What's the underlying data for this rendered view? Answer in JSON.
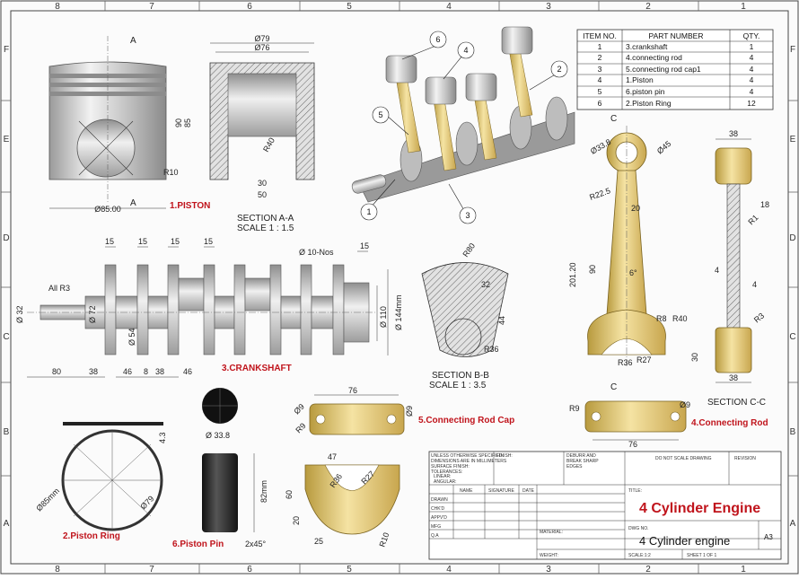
{
  "border": {
    "cols_top": [
      "8",
      "7",
      "6",
      "5",
      "4",
      "3",
      "2",
      "1"
    ],
    "cols_bottom": [
      "8",
      "7",
      "6",
      "5",
      "4",
      "3",
      "2",
      "1"
    ],
    "rows_left": [
      "F",
      "E",
      "D",
      "C",
      "B",
      "A"
    ],
    "rows_right": [
      "F",
      "E",
      "D",
      "C",
      "B",
      "A"
    ]
  },
  "bom": {
    "headers": [
      "ITEM NO.",
      "PART NUMBER",
      "QTY."
    ],
    "rows": [
      [
        "1",
        "3.crankshaft",
        "1"
      ],
      [
        "2",
        "4.connecting rod",
        "4"
      ],
      [
        "3",
        "5.connecting rod cap1",
        "4"
      ],
      [
        "4",
        "1.Piston",
        "4"
      ],
      [
        "5",
        "6.piston pin",
        "4"
      ],
      [
        "6",
        "2.Piston Ring",
        "12"
      ]
    ]
  },
  "labels": {
    "piston": "1.PISTON",
    "ring": "2.Piston Ring",
    "crank": "3.CRANKSHAFT",
    "rod": "4.Connecting Rod",
    "cap": "5.Connecting Rod Cap",
    "pin": "6.Piston Pin"
  },
  "sections": {
    "aa_title": "SECTION A-A",
    "aa_scale": "SCALE 1 : 1.5",
    "bb_title": "SECTION B-B",
    "bb_scale": "SCALE 1 : 3.5",
    "cc_title": "SECTION C-C",
    "letter_a": "A",
    "letter_c": "C"
  },
  "balloons": [
    "1",
    "2",
    "3",
    "4",
    "5",
    "6"
  ],
  "dims": {
    "piston_top": "Ø79",
    "piston_inner": "Ø76",
    "piston_dia": "Ø85.00",
    "piston_r10": "R10",
    "piston_h90": "90",
    "piston_h85": "85",
    "piston_30": "30",
    "piston_50": "50",
    "piston_r40": "R40",
    "crank_15a": "15",
    "crank_15b": "15",
    "crank_15c": "15",
    "crank_15d": "15",
    "crank_15e": "15",
    "crank_r3": "All R3",
    "crank_d32": "Ø 32",
    "crank_d72": "Ø 72",
    "crank_d54": "Ø 54",
    "crank_nos": "Ø 10-Nos",
    "crank_d110": "Ø 110",
    "crank_d144": "Ø 144mm",
    "crank_80": "80",
    "crank_38a": "38",
    "crank_46a": "46",
    "crank_8": "8",
    "crank_38b": "38",
    "crank_46b": "46",
    "bb_r80": "R80",
    "bb_32": "32",
    "bb_44": "44",
    "bb_r36": "R36",
    "rod_d338": "Ø33.8",
    "rod_d45": "Ø45",
    "rod_r225": "R22.5",
    "rod_20": "20",
    "rod_20120": "201.20",
    "rod_90": "90",
    "rod_6": "6°",
    "rod_r8": "R8",
    "rod_r40": "R40",
    "rod_r36": "R36",
    "rod_r27": "R27",
    "cc_38t": "38",
    "cc_18": "18",
    "cc_r1": "R1",
    "cc_4a": "4",
    "cc_4b": "4",
    "cc_r3": "R3",
    "cc_30": "30",
    "cc_38b": "38",
    "cap_76": "76",
    "cap_d9a": "Ø9",
    "cap_r9": "R9",
    "cap_d9b": "Ø9",
    "cap_47": "47",
    "cap_r36": "R36",
    "cap_r27": "R27",
    "cap_60": "60",
    "cap_20": "20",
    "cap_25": "25",
    "cap_r10": "R10",
    "rod2_r9": "R9",
    "rod2_d9": "Ø9",
    "rod2_76": "76",
    "ring_43": "4.3",
    "ring_d85": "Ø85mm",
    "ring_d79": "Ø79",
    "pin_d338": "Ø 33.8",
    "pin_82": "82mm",
    "pin_chamfer": "2x45°"
  },
  "title_block": {
    "unless": "UNLESS OTHERWISE SPECIFIED:",
    "dims_mm": "DIMENSIONS ARE IN MILLIMETERS",
    "surface": "SURFACE FINISH:",
    "tolerances": "TOLERANCES:",
    "linear": "LINEAR:",
    "angular": "ANGULAR:",
    "finish": "FINISH:",
    "deburr": "DEBURR AND",
    "break": "BREAK SHARP",
    "edges": "EDGES",
    "dont_scale": "DO NOT SCALE DRAWING",
    "revision": "REVISION",
    "col_name": "NAME",
    "col_sig": "SIGNATURE",
    "col_date": "DATE",
    "drawn": "DRAWN",
    "chkd": "CHK'D",
    "appvd": "APPV'D",
    "mfg": "MFG",
    "qa": "Q.A",
    "material": "MATERIAL:",
    "title_label": "TITLE:",
    "title": "4 Cylinder Engine",
    "dwg_label": "DWG NO.",
    "dwg": "4 Cylinder engine",
    "size": "A3",
    "weight": "WEIGHT:",
    "scale": "SCALE:1:2",
    "sheet": "SHEET 1 OF 1"
  },
  "colors": {
    "red_label": "#c0141c",
    "gold": "#d8b95a",
    "steel": "#c9c9c9"
  }
}
